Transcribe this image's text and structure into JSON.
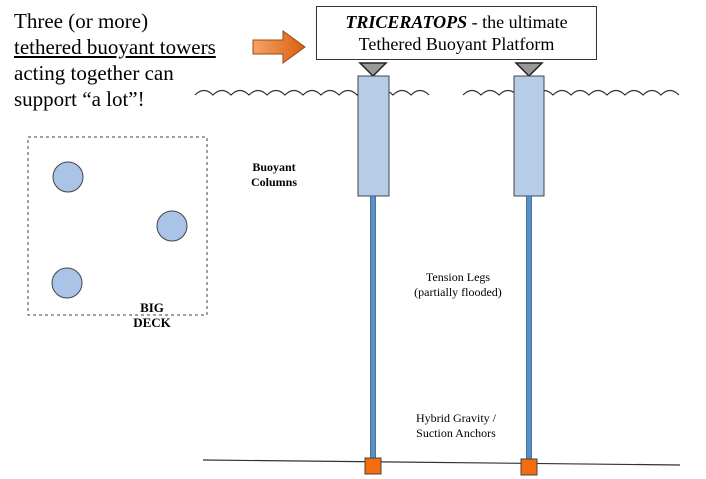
{
  "intro": {
    "line1": "Three (or more)",
    "line2": "tethered buoyant towers",
    "line3": "acting together can",
    "line4": "support “a lot”!"
  },
  "title": {
    "emphasis": "TRICERATOPS",
    "rest_line1": " - the ultimate",
    "line2": "Tethered Buoyant Platform"
  },
  "labels": {
    "columns_1": "Buoyant",
    "columns_2": "Columns",
    "legs_1": "Tension Legs",
    "legs_2": "(partially flooded)",
    "anchors_1": "Hybrid Gravity /",
    "anchors_2": "Suction Anchors",
    "deck_1": "BIG",
    "deck_2": "DECK"
  },
  "colors": {
    "column_fill": "#b6cde8",
    "leg_fill": "#5b8fc8",
    "anchor": "#f36c0e",
    "arrow": "#e06a1e",
    "outline": "#444444"
  }
}
